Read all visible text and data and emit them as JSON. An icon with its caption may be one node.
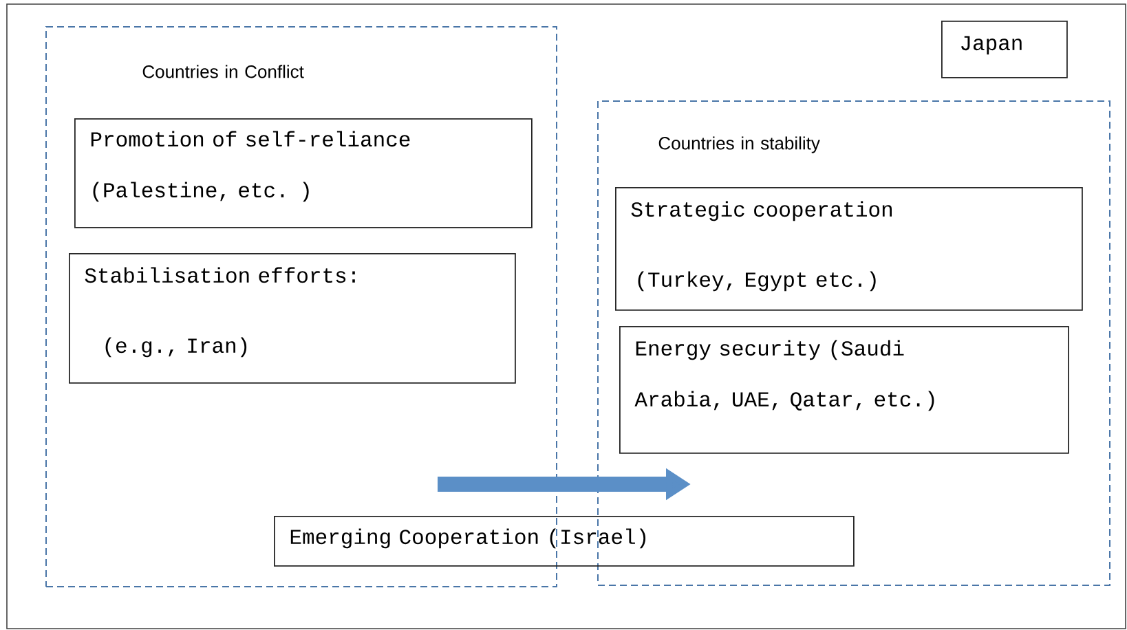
{
  "diagram": {
    "nodes": [
      {
        "text": [
          "Countries in Conflict"
        ]
      },
      {
        "text": [
          "Promotion of self-reliance (Palestine, etc. )"
        ],
        "in": 0
      },
      {
        "text": [
          "Stabilisation efforts:",
          "(e.g., Iran)"
        ],
        "in": 0
      },
      {
        "text": [
          "Japan"
        ]
      },
      {
        "text": [
          "Countries in stability"
        ]
      },
      {
        "text": [
          "Strategic cooperation",
          "(Turkey, Egypt etc.)"
        ],
        "in": 4
      },
      {
        "text": [
          "Energy security (Saudi Arabia, UAE, Qatar, etc.)"
        ],
        "in": 4
      },
      {
        "text": [
          "Emerging Cooperation (Israel)"
        ]
      }
    ]
  }
}
